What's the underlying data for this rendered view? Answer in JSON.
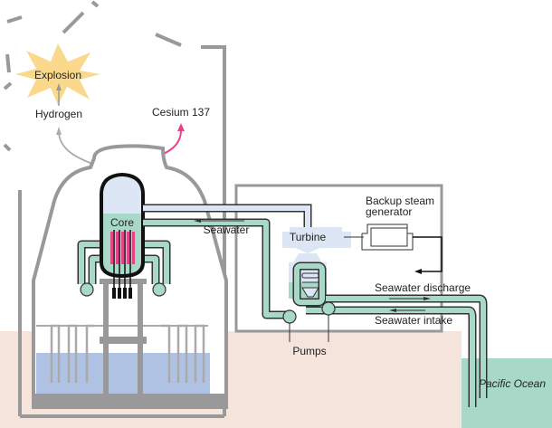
{
  "title": "Nuclear reactor cooling system diagram",
  "labels": {
    "explosion": "Explosion",
    "hydrogen": "Hydrogen",
    "cesium": "Cesium 137",
    "core": "Core",
    "seawater": "Seawater",
    "turbine": "Turbine",
    "backup_line1": "Backup steam",
    "backup_line2": "generator",
    "seawater_discharge": "Seawater discharge",
    "seawater_intake": "Seawater intake",
    "pumps": "Pumps",
    "ocean": "Pacific Ocean"
  },
  "colors": {
    "coolant": "#a8d8c8",
    "steam": "#dce6f4",
    "pool_water": "#b0c2e4",
    "ground": "#f4e4dc",
    "ocean": "#a8d8c8",
    "explosion": "#fbd98c",
    "structure_gray": "#999999",
    "cesium_arrow": "#e8428a",
    "fuel_rods": "#e8428a"
  }
}
